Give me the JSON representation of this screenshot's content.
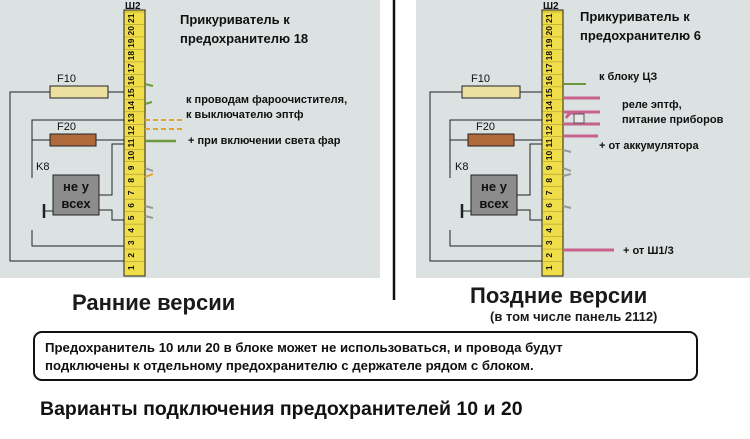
{
  "colors": {
    "panel_bg": "#dce2e2",
    "connector_yellow": "#f0dd4a",
    "fuse_tan": "#ecdfa0",
    "fuse_brown": "#b06a3c",
    "relay_gray": "#8c8c8c",
    "wire_pink": "#c9618d",
    "wire_green": "#6b9a3c",
    "wire_orange": "#e0a52c"
  },
  "left_panel": {
    "connector_label": "Ш2",
    "pins": [
      "1",
      "2",
      "3",
      "4",
      "5",
      "6",
      "7",
      "8",
      "9",
      "10",
      "11",
      "12",
      "13",
      "14",
      "15",
      "16",
      "17",
      "18",
      "19",
      "20",
      "21"
    ],
    "fuse_f10": "F10",
    "fuse_f20": "F20",
    "relay_label": "K8",
    "relay_text_line1": "не у",
    "relay_text_line2": "всех",
    "title_line1": "Прикуриватель к",
    "title_line2": "предохранителю 18",
    "annot_washer_line1": "к проводам фароочистителя,",
    "annot_washer_line2": "к выключателю эптф",
    "annot_headlights": "+ при включении света фар"
  },
  "right_panel": {
    "connector_label": "Ш2",
    "pins": [
      "1",
      "2",
      "3",
      "4",
      "5",
      "6",
      "7",
      "8",
      "9",
      "10",
      "11",
      "12",
      "13",
      "14",
      "15",
      "16",
      "17",
      "18",
      "19",
      "20",
      "21"
    ],
    "fuse_f10": "F10",
    "fuse_f20": "F20",
    "relay_label": "K8",
    "relay_text_line1": "не у",
    "relay_text_line2": "всех",
    "title_line1": "Прикуриватель к",
    "title_line2": "предохранителю 6",
    "annot_cz": "к блоку ЦЗ",
    "annot_relay_line1": "реле эптф,",
    "annot_relay_line2": "питание приборов",
    "annot_battery": "+ от аккумулятора",
    "annot_sh13": "+ от Ш1/3"
  },
  "captions": {
    "early": "Ранние версии",
    "late": "Поздние версии",
    "late_sub": "(в том числе панель 2112)"
  },
  "note": {
    "line1": "Предохранитель 10 или 20 в блоке может не использоваться, и провода будут",
    "line2": "подключены к отдельному предохранителю с держателе рядом с блоком."
  },
  "title": "Варианты подключения предохранителей 10 и 20"
}
